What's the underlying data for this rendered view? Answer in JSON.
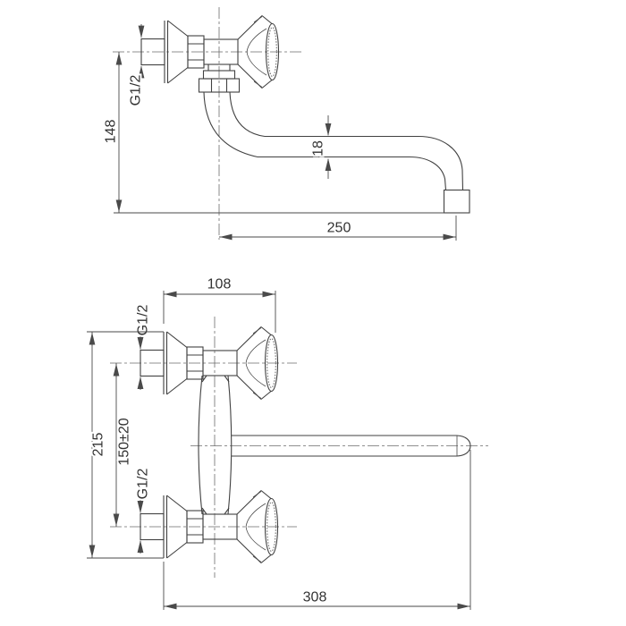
{
  "colors": {
    "background": "#ffffff",
    "line": "#414141",
    "dimension_line": "#4a4a4a",
    "text": "#323232"
  },
  "side_view": {
    "dim_thread": "G1/2",
    "dim_height": "148",
    "dim_tube_diameter": "18",
    "dim_reach": "250"
  },
  "front_view": {
    "dim_projection": "108",
    "dim_thread_top": "G1/2",
    "dim_total_height": "215",
    "dim_centers_distance": "150±20",
    "dim_thread_bottom": "G1/2",
    "dim_total_length": "308"
  }
}
